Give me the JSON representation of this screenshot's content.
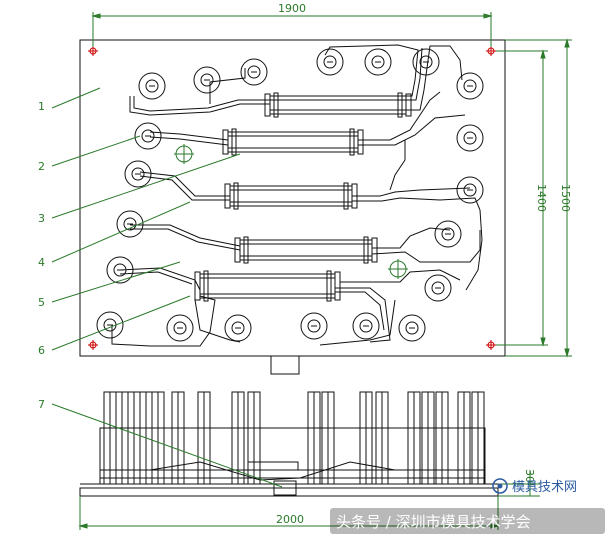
{
  "dimensions": {
    "top_width": "1900",
    "right_inner": "1400",
    "right_outer": "1500",
    "bottom_width": "2000",
    "side_height": "30"
  },
  "callouts": [
    "1",
    "2",
    "3",
    "4",
    "5",
    "6",
    "7"
  ],
  "watermark": {
    "text": "头条号 / 深圳市模具技术学会",
    "logo_text": "模具技术网"
  },
  "colors": {
    "line": "#111111",
    "dimension": "#2a7a2a",
    "marker": "#cc0000"
  }
}
